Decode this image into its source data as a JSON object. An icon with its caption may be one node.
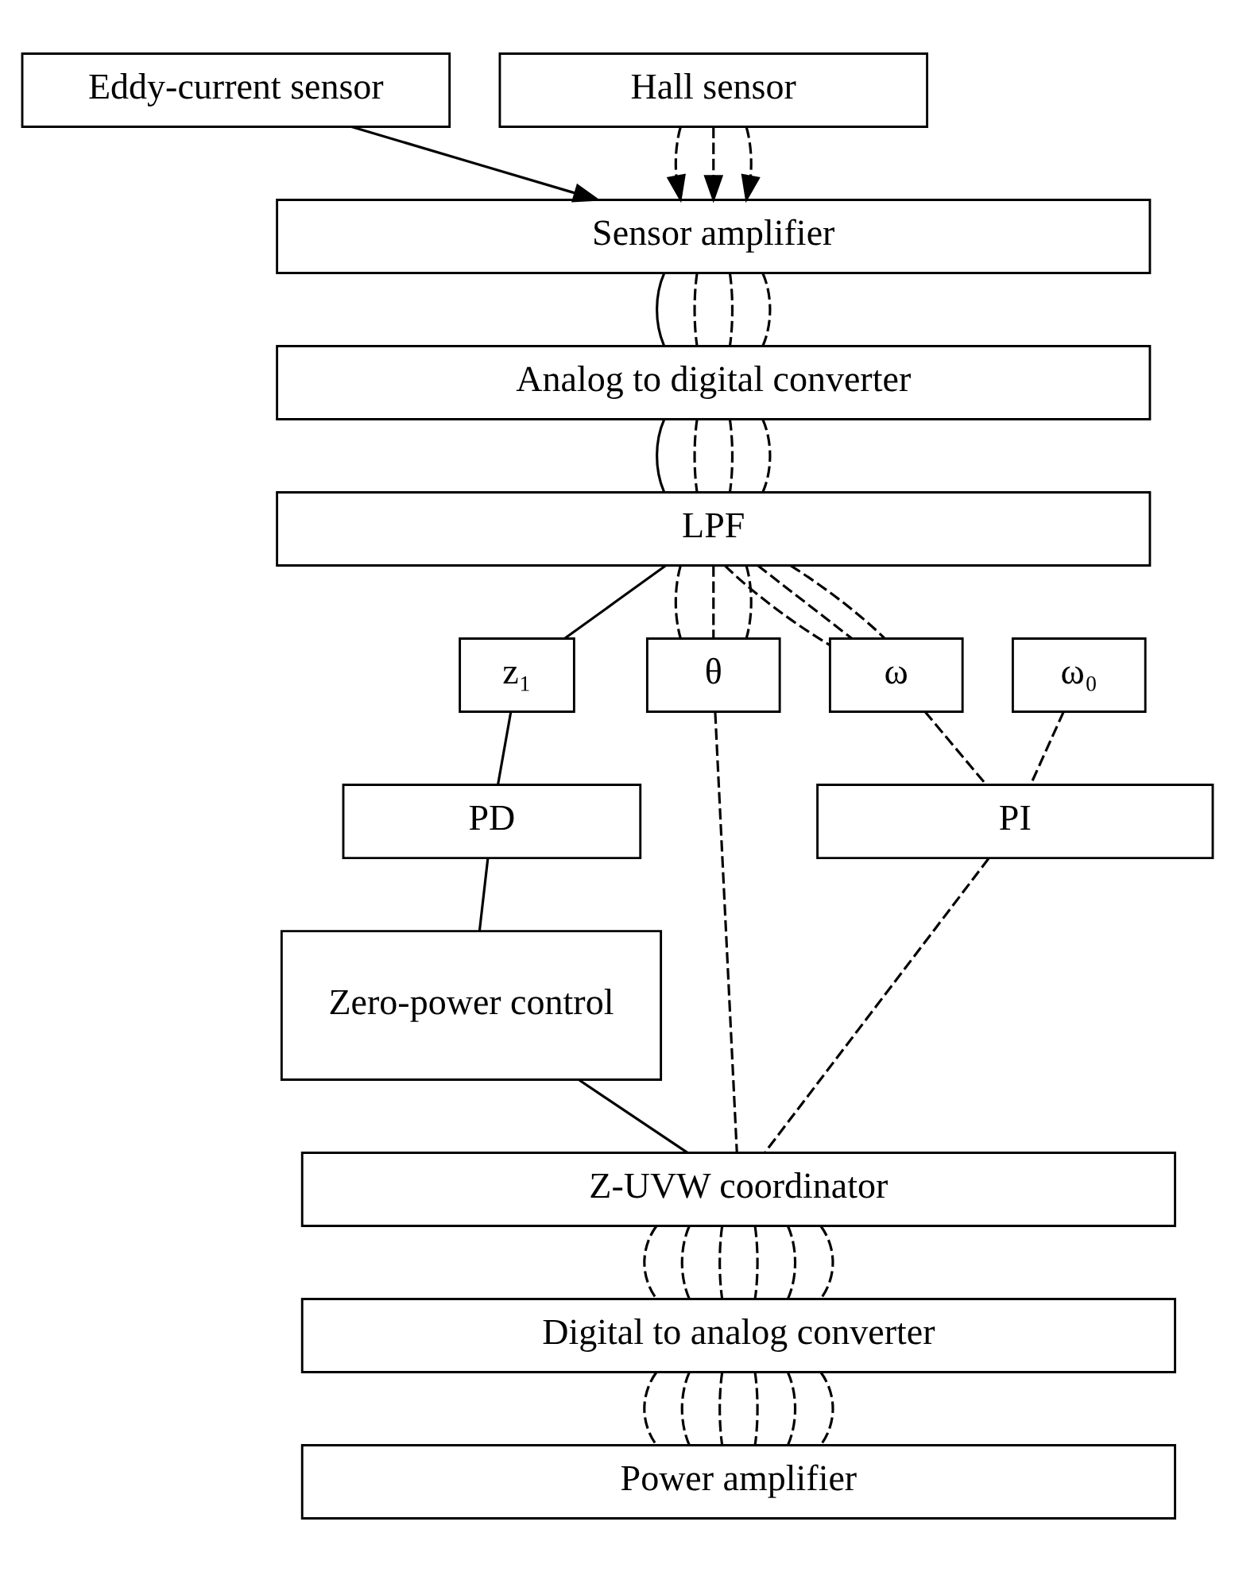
{
  "diagram": {
    "nodes": [
      {
        "text": [
          "Eddy-current sensor"
        ]
      },
      {
        "text": [
          "Hall sensor"
        ]
      },
      {
        "text": [
          "Sensor amplifier"
        ]
      },
      {
        "text": [
          "Analog to digital converter"
        ]
      },
      {
        "text": [
          "LPF"
        ]
      },
      {
        "text": [
          "z₁"
        ]
      },
      {
        "text": [
          "θ"
        ]
      },
      {
        "text": [
          "ω"
        ]
      },
      {
        "text": [
          "ω₀"
        ]
      },
      {
        "text": [
          "PD"
        ]
      },
      {
        "text": [
          "PI"
        ]
      },
      {
        "text": [
          "Zero-power control"
        ]
      },
      {
        "text": [
          "Z-UVW coordinator"
        ]
      },
      {
        "text": [
          "Digital to analog converter"
        ]
      },
      {
        "text": [
          "Power amplifier"
        ]
      }
    ],
    "edges": [
      {
        "from": 0,
        "to": 2,
        "arrow": "to"
      },
      {
        "from": 1,
        "to": 2,
        "arrow": "to",
        "style": "dashed"
      },
      {
        "from": 1,
        "to": 2,
        "arrow": "to",
        "style": "dashed"
      },
      {
        "from": 1,
        "to": 2,
        "arrow": "to",
        "style": "dashed"
      },
      {
        "from": 2,
        "to": 3,
        "arrow": "none"
      },
      {
        "from": 2,
        "to": 3,
        "arrow": "none",
        "style": "dashed"
      },
      {
        "from": 2,
        "to": 3,
        "arrow": "none",
        "style": "dashed"
      },
      {
        "from": 2,
        "to": 3,
        "arrow": "none",
        "style": "dashed"
      },
      {
        "from": 3,
        "to": 4,
        "arrow": "none"
      },
      {
        "from": 3,
        "to": 4,
        "arrow": "none",
        "style": "dashed"
      },
      {
        "from": 3,
        "to": 4,
        "arrow": "none",
        "style": "dashed"
      },
      {
        "from": 3,
        "to": 4,
        "arrow": "none",
        "style": "dashed"
      },
      {
        "from": 4,
        "to": 5,
        "arrow": "none"
      },
      {
        "from": 4,
        "to": 6,
        "arrow": "none",
        "style": "dashed"
      },
      {
        "from": 4,
        "to": 6,
        "arrow": "none",
        "style": "dashed"
      },
      {
        "from": 4,
        "to": 6,
        "arrow": "none",
        "style": "dashed"
      },
      {
        "from": 4,
        "to": 7,
        "arrow": "none",
        "style": "dashed"
      },
      {
        "from": 4,
        "to": 7,
        "arrow": "none",
        "style": "dashed"
      },
      {
        "from": 4,
        "to": 7,
        "arrow": "none",
        "style": "dashed"
      },
      {
        "from": 5,
        "to": 9,
        "arrow": "none"
      },
      {
        "from": 7,
        "to": 10,
        "arrow": "none",
        "style": "dashed"
      },
      {
        "from": 8,
        "to": 10,
        "arrow": "none",
        "style": "dashed"
      },
      {
        "from": 9,
        "to": 11,
        "arrow": "none"
      },
      {
        "from": 6,
        "to": 12,
        "arrow": "none",
        "style": "dashed"
      },
      {
        "from": 10,
        "to": 12,
        "arrow": "none",
        "style": "dashed"
      },
      {
        "from": 11,
        "to": 12,
        "arrow": "none"
      },
      {
        "from": 12,
        "to": 13,
        "arrow": "none",
        "style": "dashed"
      },
      {
        "from": 12,
        "to": 13,
        "arrow": "none",
        "style": "dashed"
      },
      {
        "from": 12,
        "to": 13,
        "arrow": "none",
        "style": "dashed"
      },
      {
        "from": 12,
        "to": 13,
        "arrow": "none",
        "style": "dashed"
      },
      {
        "from": 12,
        "to": 13,
        "arrow": "none",
        "style": "dashed"
      },
      {
        "from": 12,
        "to": 13,
        "arrow": "none",
        "style": "dashed"
      },
      {
        "from": 13,
        "to": 14,
        "arrow": "none",
        "style": "dashed"
      },
      {
        "from": 13,
        "to": 14,
        "arrow": "none",
        "style": "dashed"
      },
      {
        "from": 13,
        "to": 14,
        "arrow": "none",
        "style": "dashed"
      },
      {
        "from": 13,
        "to": 14,
        "arrow": "none",
        "style": "dashed"
      },
      {
        "from": 13,
        "to": 14,
        "arrow": "none",
        "style": "dashed"
      },
      {
        "from": 13,
        "to": 14,
        "arrow": "none",
        "style": "dashed"
      }
    ]
  }
}
